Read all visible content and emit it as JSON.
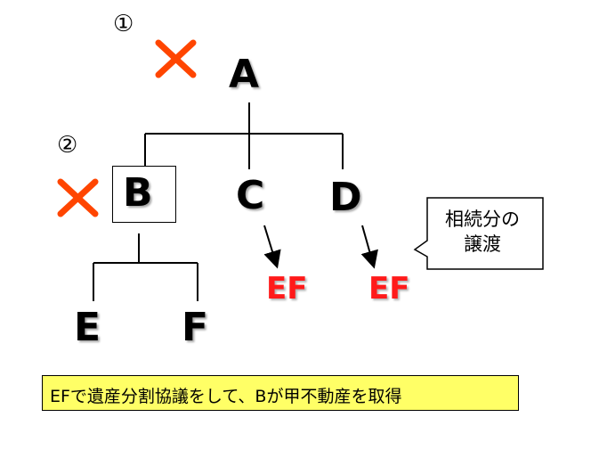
{
  "diagram": {
    "markers": {
      "step1": "①",
      "step2": "②"
    },
    "nodes": {
      "a": "A",
      "b": "B",
      "c": "C",
      "d": "D",
      "e": "E",
      "f": "F",
      "ef_c": "EF",
      "ef_d": "EF"
    },
    "callout": {
      "line1": "相続分の",
      "line2": "譲渡"
    },
    "banner": "EFで遺産分割協議をして、Bが甲不動産を取得"
  },
  "colors": {
    "cross": "#ff4500",
    "heir_text": "#ff1a1a",
    "banner_bg": "#ffff66"
  }
}
